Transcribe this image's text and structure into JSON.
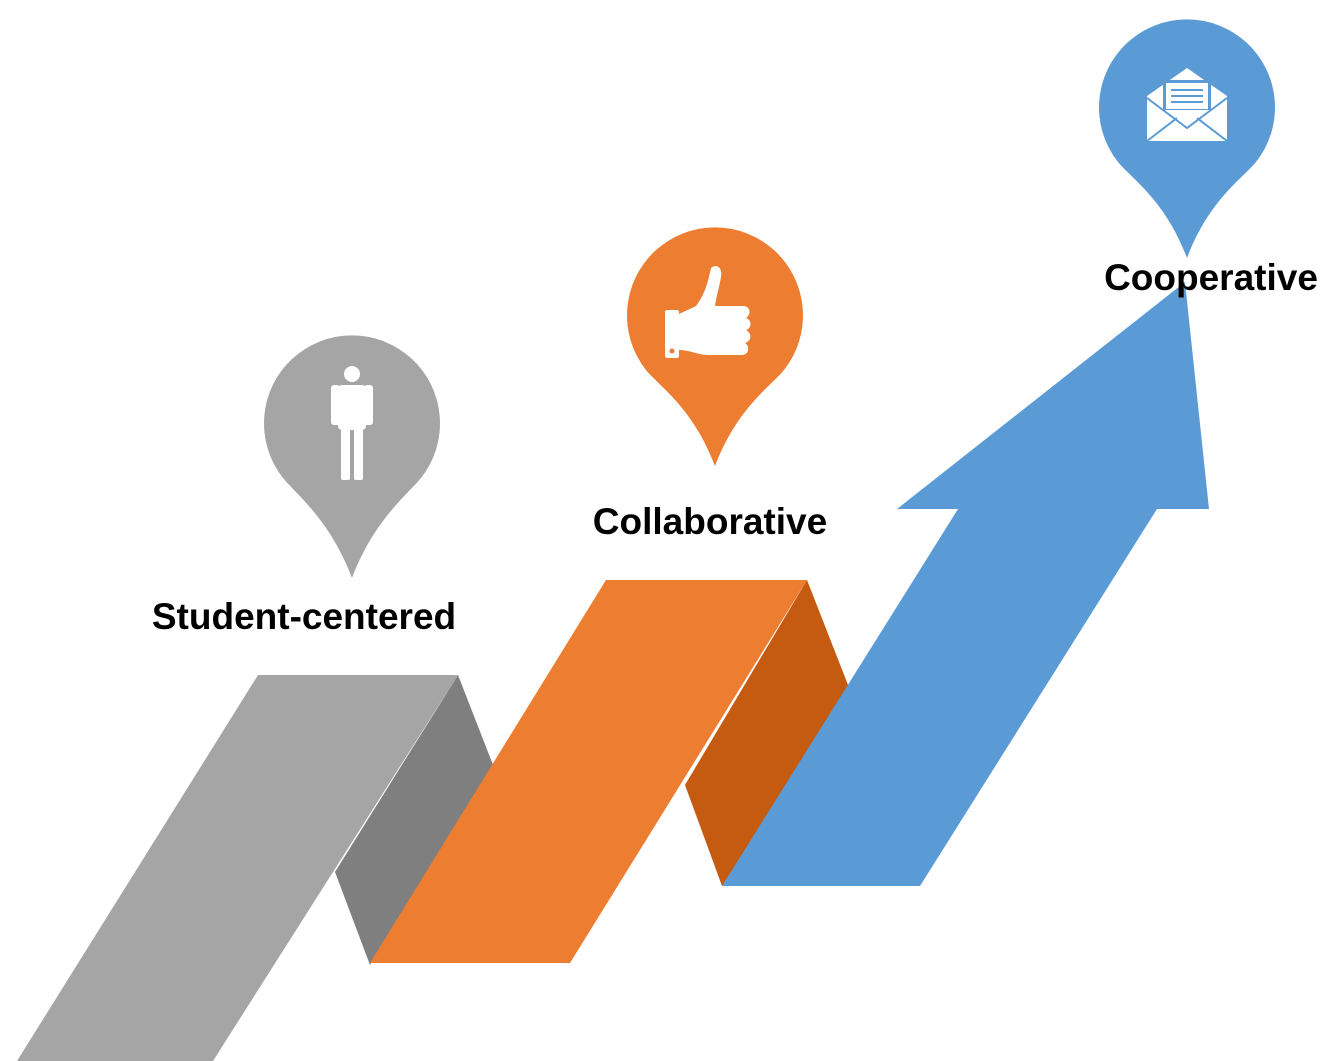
{
  "steps": [
    {
      "label": "Student-centered",
      "icon": "person-icon",
      "color": "#A5A5A5",
      "shadow_color": "#7F7F7F"
    },
    {
      "label": "Collaborative",
      "icon": "thumbs-up-icon",
      "color": "#ED7D31",
      "shadow_color": "#C55A11"
    },
    {
      "label": "Cooperative",
      "icon": "envelope-icon",
      "color": "#5B9BD5"
    }
  ]
}
